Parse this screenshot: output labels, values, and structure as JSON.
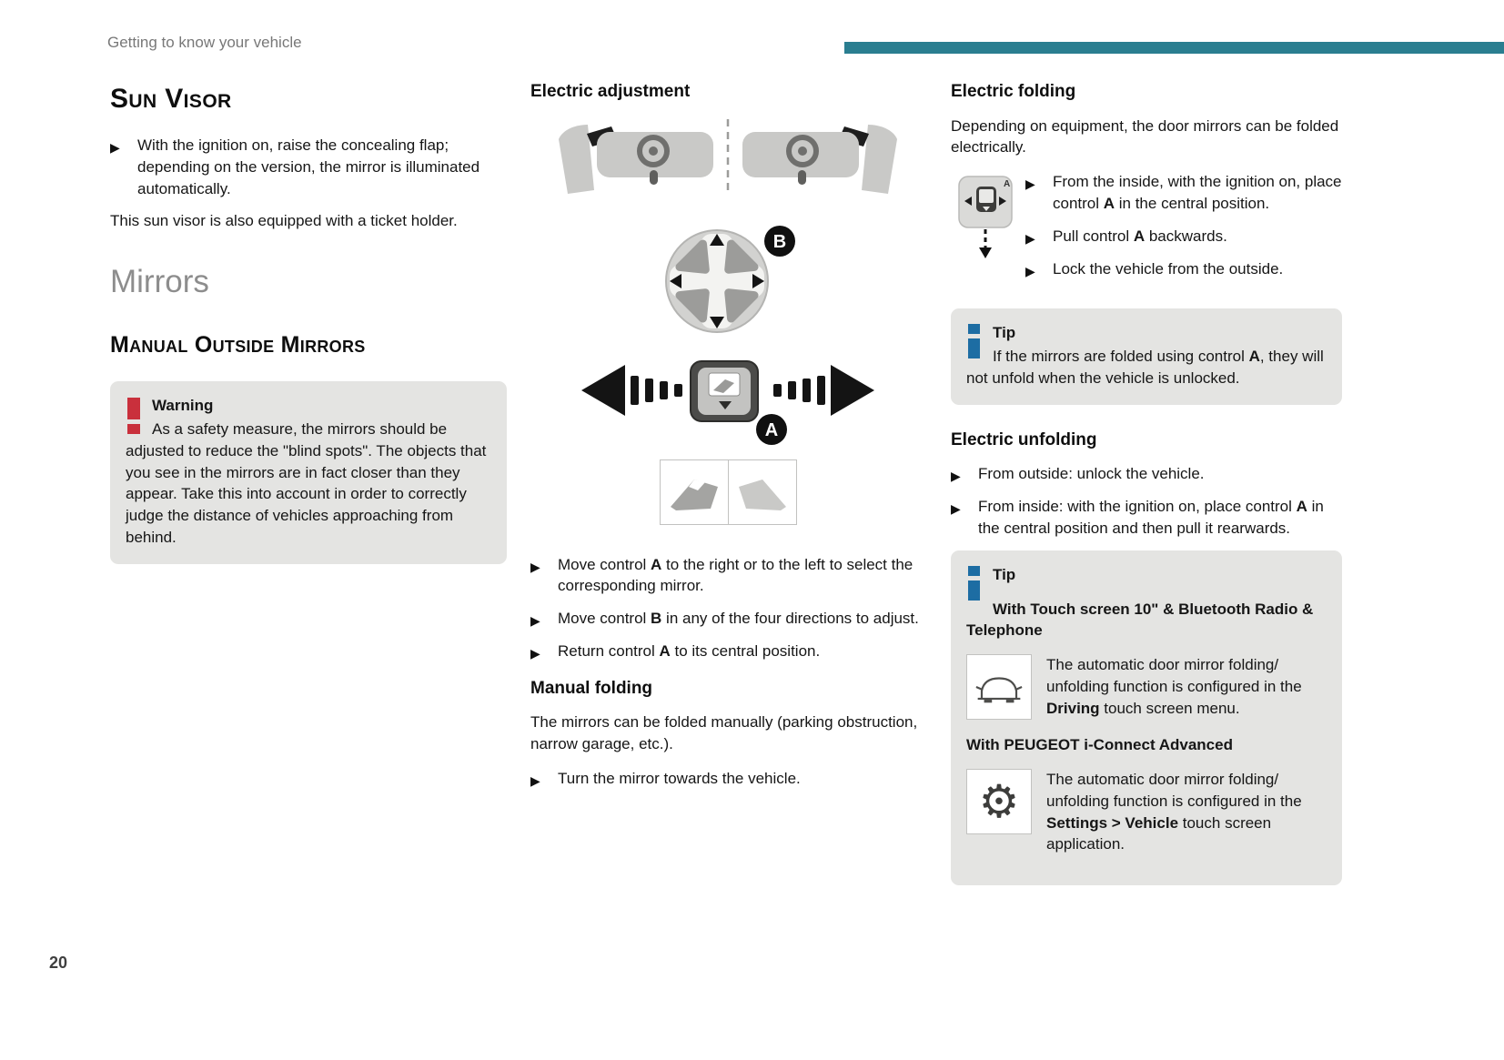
{
  "colors": {
    "accent": "#2a7e90",
    "box_bg": "#e4e4e2",
    "warning_red": "#c9303c",
    "tip_blue": "#1d6da3"
  },
  "icons": {
    "gear": "⚙"
  },
  "header": {
    "breadcrumb": "Getting to know your vehicle",
    "page_number": "20"
  },
  "col1": {
    "sun_visor_title": "Sun Visor",
    "sun_visor_bullet": "With the ignition on, raise the concealing flap; depending on the version, the mirror is illuminated automatically.",
    "sun_visor_para": "This sun visor is also equipped with a ticket holder.",
    "mirrors_title": "Mirrors",
    "manual_mirrors_title": "Manual Outside Mirrors",
    "warning": {
      "title": "Warning",
      "body": "As a safety measure, the mirrors should be adjusted to reduce the \"blind spots\". The objects that you see in the mirrors are in fact closer than they appear. Take this into account in order to correctly judge the distance of vehicles approaching from behind."
    }
  },
  "col2": {
    "electric_adjustment_title": "Electric adjustment",
    "label_a": "A",
    "label_b": "B",
    "bullet_1": "Move control **A** to the right or to the left to select the corresponding mirror.",
    "bullet_2": "Move control **B** in any of the four directions to adjust.",
    "bullet_3": "Return control **A** to its central position.",
    "manual_folding_title": "Manual folding",
    "manual_folding_para": "The mirrors can be folded manually (parking obstruction, narrow garage, etc.).",
    "manual_folding_bullet": "Turn the mirror towards the vehicle."
  },
  "col3": {
    "electric_folding_title": "Electric folding",
    "electric_folding_para": "Depending on equipment, the door mirrors can be folded electrically.",
    "icon_label": "A",
    "folding_bullet_1": "From the inside, with the ignition on, place control **A** in the central position.",
    "folding_bullet_2": "Pull control **A** backwards.",
    "folding_bullet_3": "Lock the vehicle from the outside.",
    "tip1": {
      "title": "Tip",
      "body": "If the mirrors are folded using control **A**, they will not unfold when the vehicle is unlocked."
    },
    "electric_unfolding_title": "Electric unfolding",
    "unfolding_bullet_1": "From outside: unlock the vehicle.",
    "unfolding_bullet_2": "From inside: with the ignition on, place control **A** in the central position and then pull it rearwards.",
    "tip2": {
      "title": "Tip",
      "subtitle_1": "With Touch screen 10\" & Bluetooth Radio & Telephone",
      "body_1": "The automatic door mirror folding/ unfolding function is configured in the **Driving** touch screen menu.",
      "subtitle_2": "With PEUGEOT i-Connect Advanced",
      "body_2": "The automatic door mirror folding/ unfolding function is configured in the **Settings > Vehicle** touch screen application."
    }
  }
}
